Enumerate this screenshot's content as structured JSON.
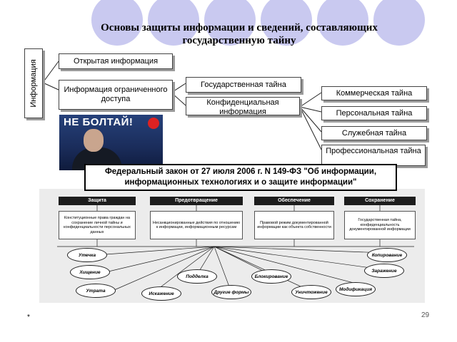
{
  "slide": {
    "title_line1": "Основы защиты информации и сведений, составляющих",
    "title_line2": "государственную тайну",
    "footer_mark": "*",
    "page_number": "29"
  },
  "theme": {
    "circle_color": "#c9c9f0",
    "box_border": "#444444",
    "lower_bg": "#ececec"
  },
  "top_diagram": {
    "root": "Информация",
    "open": "Открытая информация",
    "restricted": "Информация ограниченного доступа",
    "state_secret": "Государственная тайна",
    "confidential": "Конфиденциальная информация",
    "confidential_types": [
      "Коммерческая тайна",
      "Персональная тайна",
      "Служебная тайна",
      "Профессиональная тайна"
    ]
  },
  "photo": {
    "slogan": "НЕ БОЛТАЙ!"
  },
  "law_caption": "Федеральный закон от 27 июля 2006 г. N 149-ФЗ \"Об информации, информационных технологиях и о защите информации\"",
  "lower_diagram": {
    "columns": [
      {
        "head": "Защита",
        "text": "Конституционные права граждан на сохранение личной тайны и конфиденциальности персональных данных"
      },
      {
        "head": "Предотвращение",
        "text": "Несанкционированные действия по отношению к информации, информационным ресурсам"
      },
      {
        "head": "Обеспечение",
        "text": "Правовой режим документированной информации как объекта собственности"
      },
      {
        "head": "Сохранение",
        "text": "Государственная тайна, конфиденциальность документированной информации"
      }
    ],
    "threats": [
      "Утечка",
      "Хищение",
      "Утрата",
      "Искажение",
      "Подделка",
      "Другие формы",
      "Блокирование",
      "Уничтожение",
      "Модификация",
      "Заражение",
      "Копирование"
    ]
  }
}
